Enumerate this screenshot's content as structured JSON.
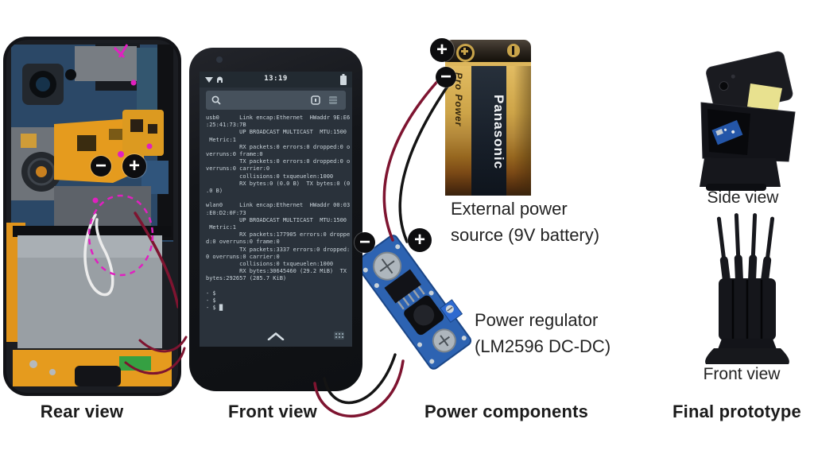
{
  "canvas": {
    "background": "#ffffff"
  },
  "colors": {
    "wire_red": "#7e1430",
    "wire_black": "#141414",
    "annotation_magenta": "#e020c0",
    "pcb_blue": "#2d63b2",
    "flex_orange": "#e59b1e",
    "terminal_bg": "#2a323b",
    "battery_gold": "#cda448"
  },
  "markers": {
    "plus": "+",
    "minus": "−"
  },
  "front_phone": {
    "status_time": "13:19",
    "terminal_text": "usb0      Link encap:Ethernet  HWaddr 9E:E6\n:25:41:73:7B\n          UP BROADCAST MULTICAST  MTU:1500\n Metric:1\n          RX packets:0 errors:0 dropped:0 o\nverruns:0 frame:0\n          TX packets:0 errors:0 dropped:0 o\nverruns:0 carrier:0\n          collisions:0 txqueuelen:1000\n          RX bytes:0 (0.0 B)  TX bytes:0 (0\n.0 B)\n\nwlan0     Link encap:Ethernet  HWaddr 00:03\n:E0:D2:0F:73\n          UP BROADCAST MULTICAST  MTU:1500\n Metric:1\n          RX packets:177905 errors:0 droppe\nd:0 overruns:0 frame:0\n          TX packets:3337 errors:0 dropped:\n0 overruns:0 carrier:0\n          collisions:0 txqueuelen:1000\n          RX bytes:30645460 (29.2 MiB)  TX\nbytes:292657 (285.7 KiB)\n\n- $\n- $\n- $ █"
  },
  "battery": {
    "brand": "Panasonic",
    "series": "Pro Power"
  },
  "labels": {
    "battery": "External power\nsource (9V battery)",
    "regulator": "Power regulator\n(LM2596 DC-DC)",
    "side_view": "Side view",
    "front_view_prototype": "Front view"
  },
  "captions": {
    "rear_view": "Rear view",
    "front_view": "Front view",
    "power_components": "Power components",
    "final_prototype": "Final prototype"
  }
}
